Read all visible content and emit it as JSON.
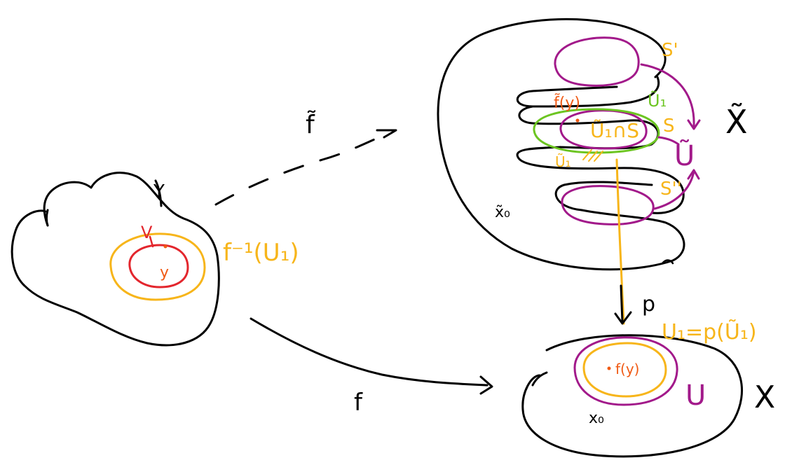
{
  "labels": {
    "y_space": "Y",
    "v_set": "V",
    "y_point": "y",
    "preimage": "f⁻¹(U₁)",
    "f_tilde": "f̃",
    "f": "f",
    "x_tilde_space": "X̃",
    "f_tilde_y": "f̃(y)",
    "u1_tilde": "Ũ₁",
    "u1_cap_s": "Ũ₁∩S",
    "u1_tilde_lower": "Ũ₁",
    "s_prime": "S'",
    "s": "S",
    "s_double_prime": "S''",
    "u_tilde": "Ũ",
    "x0_tilde": "x̃₀",
    "p": "p",
    "u1_eq": "U₁=p(Ũ₁)",
    "f_y": "f(y)",
    "u": "U",
    "x_space": "X",
    "x0": "x₀"
  },
  "colors": {
    "ink": "#000000",
    "red": "#e3262d",
    "yellow": "#f7b51a",
    "purple": "#a2198a",
    "green": "#6cc521",
    "orange": "#f05a14"
  }
}
